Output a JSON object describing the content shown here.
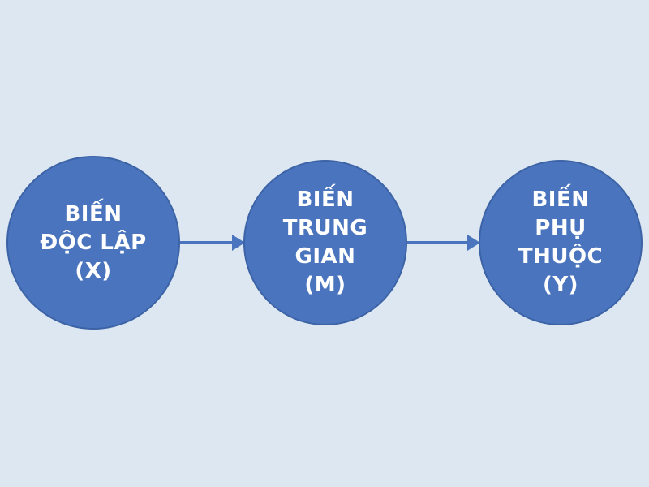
{
  "diagram": {
    "background": "#dce7f1",
    "node_color": "#4a74bd",
    "nodes": [
      {
        "id": "x",
        "lines": [
          "BIẾN",
          "ĐỘC LẬP",
          "(X)"
        ]
      },
      {
        "id": "m",
        "lines": [
          "BIẾN",
          "TRUNG",
          "GIAN",
          "(M)"
        ]
      },
      {
        "id": "y",
        "lines": [
          "BIẾN",
          "PHỤ",
          "THUỘC",
          "(Y)"
        ]
      }
    ],
    "edges": [
      {
        "from": "x",
        "to": "m"
      },
      {
        "from": "m",
        "to": "y"
      }
    ]
  }
}
